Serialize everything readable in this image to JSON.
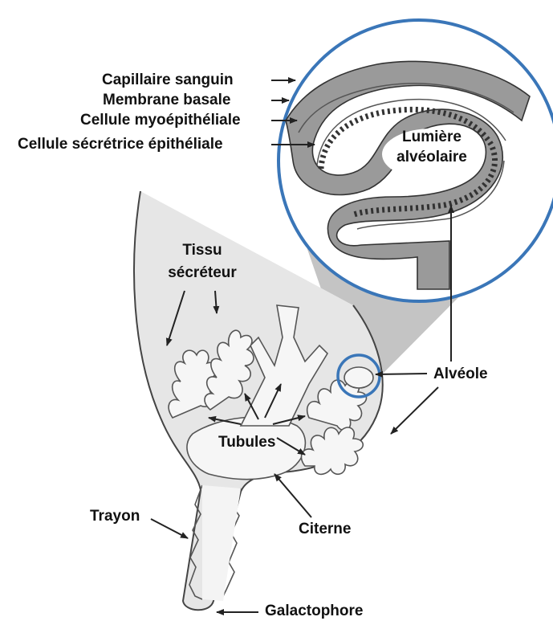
{
  "labels": {
    "capillaire": "Capillaire sanguin",
    "membrane": "Membrane basale",
    "myoepitheliale": "Cellule myoépithéliale",
    "secretrice": "Cellule sécrétrice épithéliale",
    "lumiere": "Lumière\nalvéolaire",
    "tissu": "Tissu\nsécréteur",
    "alveole": "Alvéole",
    "tubules": "Tubules",
    "trayon": "Trayon",
    "citerne": "Citerne",
    "galactophore": "Galactophore"
  },
  "colors": {
    "tissue_fill": "#e6e6e6",
    "zoom_cone": "#bfbfbf",
    "lens_border": "#3a76b8",
    "outline": "#333333",
    "dark_band": "#7a7a7a"
  }
}
